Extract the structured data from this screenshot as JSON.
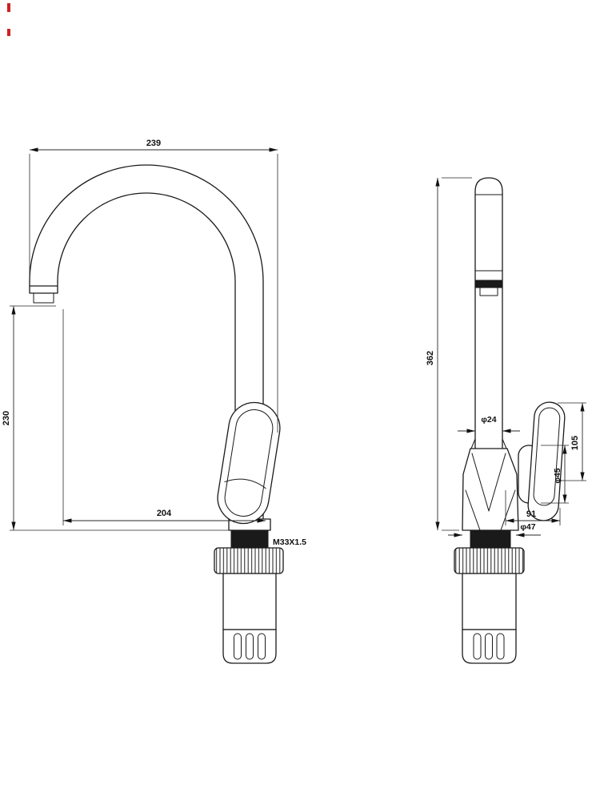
{
  "page": {
    "background": "#ffffff"
  },
  "colors": {
    "line": "#1a1a1a",
    "dim_line": "#2a2a2a",
    "thread_fill": "#1a1a1a",
    "mark": "#cc2222"
  },
  "views": {
    "front": {
      "label": "front-view",
      "dims": {
        "overall_width": "239",
        "spout_height": "230",
        "spout_reach": "204",
        "thread_spec": "M33X1.5"
      }
    },
    "side": {
      "label": "side-view",
      "dims": {
        "overall_height": "362",
        "spout_pipe_diameter": "φ24",
        "handle_length": "105",
        "body_diameter": "φ45",
        "handle_offset": "91",
        "base_diameter": "φ47"
      }
    }
  }
}
